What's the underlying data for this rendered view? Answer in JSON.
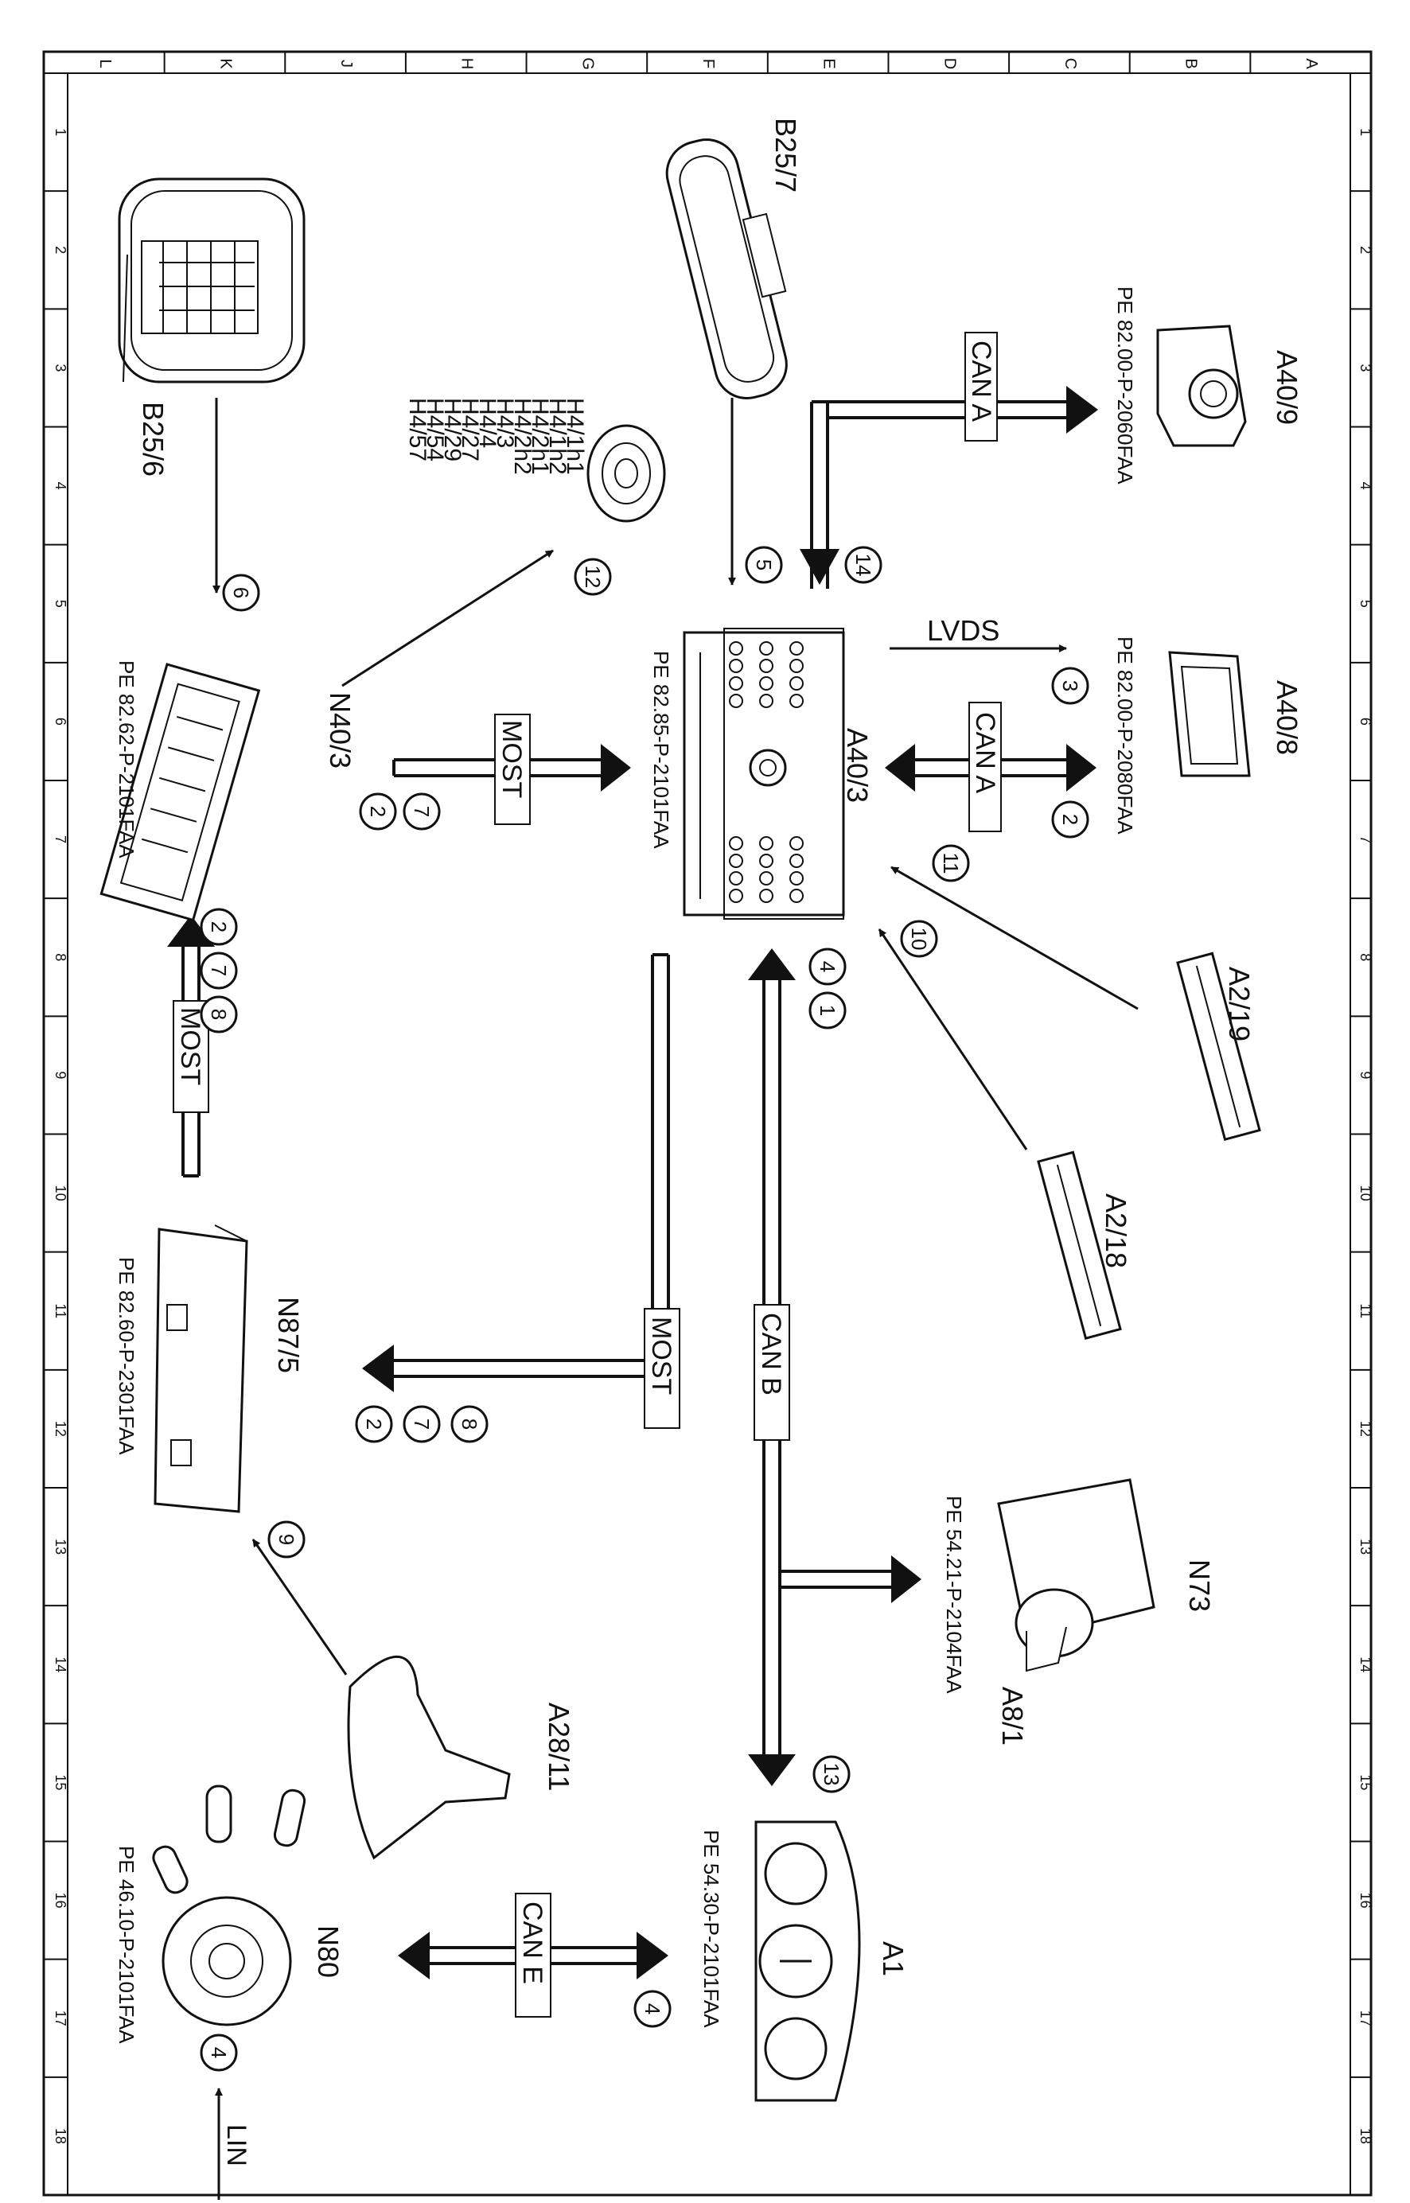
{
  "frame": {
    "column_letters": [
      "L",
      "K",
      "J",
      "H",
      "G",
      "F",
      "E",
      "D",
      "C",
      "B",
      "A"
    ],
    "row_numbers": [
      "1",
      "2",
      "3",
      "4",
      "5",
      "6",
      "7",
      "8",
      "9",
      "10",
      "11",
      "12",
      "13",
      "14",
      "15",
      "16",
      "17",
      "18"
    ]
  },
  "components": {
    "b25_7": {
      "code": "B25/7"
    },
    "b25_6": {
      "code": "B25/6"
    },
    "a40_9": {
      "code": "A40/9",
      "ref": "PE 82.00-P-2060FAA"
    },
    "a40_8": {
      "code": "A40/8",
      "ref": "PE 82.00-P-2080FAA"
    },
    "a40_3": {
      "code": "A40/3",
      "ref": "PE 82.85-P-2101FAA"
    },
    "n40_3": {
      "code": "N40/3",
      "ref": "PE 82.62-P-2101FAA"
    },
    "speakers": {
      "codes": [
        "H4/1h1",
        "H4/1h2",
        "H4/2h1",
        "H4/2h2",
        "H4/3",
        "H4/4",
        "H4/27",
        "H4/29",
        "H4/54",
        "H4/57"
      ]
    },
    "a2_19": {
      "code": "A2/19"
    },
    "a2_18": {
      "code": "A2/18"
    },
    "n87_5": {
      "code": "N87/5",
      "ref": "PE 82.60-P-2301FAA"
    },
    "n73": {
      "code": "N73",
      "ref": "PE 54.21-P-2104FAA"
    },
    "a8_1": {
      "code": "A8/1"
    },
    "a28_11": {
      "code": "A28/11"
    },
    "a1": {
      "code": "A1",
      "ref": "PE 54.30-P-2101FAA"
    },
    "n80": {
      "code": "N80",
      "ref": "PE 46.10-P-2101FAA"
    }
  },
  "buses": {
    "can_a_top": "CAN A",
    "lvds": "LVDS",
    "can_a_mid": "CAN A",
    "most_n40": "MOST",
    "most_down": "MOST",
    "most_n87": "MOST",
    "can_b": "CAN B",
    "can_e": "CAN E",
    "lin": "LIN"
  },
  "callouts": {
    "c14": "14",
    "c5": "5",
    "c12": "12",
    "c6": "6",
    "c3": "3",
    "c2_mid": "2",
    "c2_n40": "2",
    "c7_n40": "7",
    "c11": "11",
    "c10": "10",
    "c4_a40": "4",
    "c1_a40": "1",
    "c2_most": "2",
    "c7_most": "7",
    "c8_most": "8",
    "c2_n87": "2",
    "c7_n87": "7",
    "c8_n87": "8",
    "c9": "9",
    "c13": "13",
    "c4_a1": "4",
    "c4_lin": "4"
  }
}
